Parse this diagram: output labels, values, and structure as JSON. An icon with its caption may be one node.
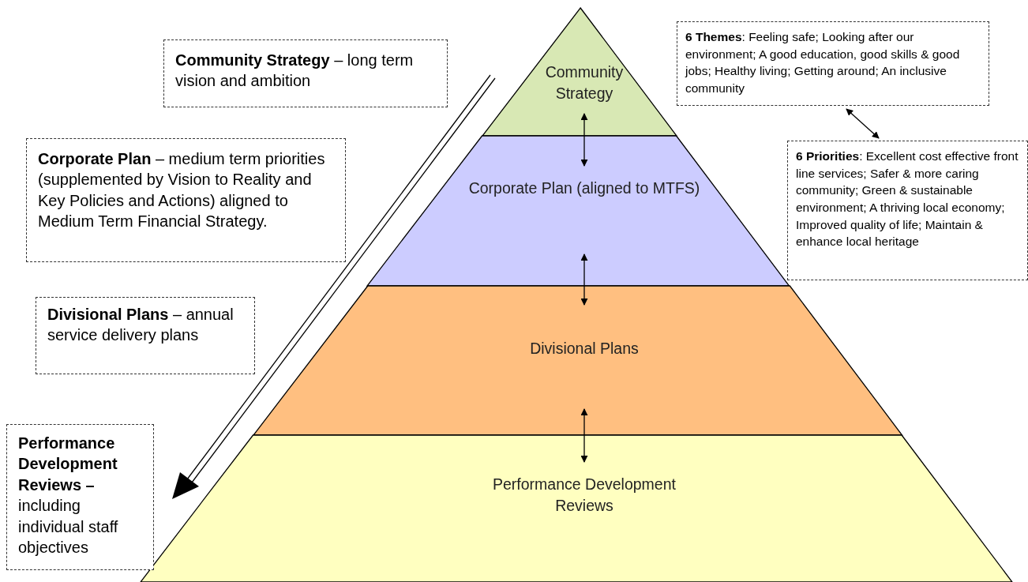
{
  "diagram": {
    "nodes": [
      {
        "text": [
          "Community Strategy"
        ]
      },
      {
        "text": [
          "Corporate Plan (aligned to MTFS)"
        ]
      },
      {
        "text": [
          "Divisional Plans"
        ]
      },
      {
        "text": [
          "Performance Development Reviews"
        ]
      },
      {
        "text": [
          "**Community Strategy** – long term vision and ambition"
        ]
      },
      {
        "text": [
          "**Corporate Plan** – medium term priorities (supplemented by Vision to Reality and Key Policies and Actions) aligned to Medium Term Financial Strategy."
        ]
      },
      {
        "text": [
          "**Divisional Plans** – annual service delivery plans"
        ]
      },
      {
        "text": [
          "**Performance Development Reviews –** including individual staff objectives"
        ]
      },
      {
        "text": [
          "**6 Themes**: Feeling safe; Looking after our environment; A good education, good skills & good jobs; Healthy living; Getting around; An inclusive community"
        ]
      },
      {
        "text": [
          "**6 Priorities**: Excellent cost effective front line services; Safer & more caring community; Green & sustainable environment; A thriving local economy; Improved quality of life; Maintain & enhance local heritage"
        ]
      }
    ],
    "edges": [
      {
        "from": 0,
        "to": 1,
        "arrow": "both"
      },
      {
        "from": 1,
        "to": 2,
        "arrow": "both"
      },
      {
        "from": 2,
        "to": 3,
        "arrow": "both"
      },
      {
        "from": 8,
        "to": 9,
        "arrow": "both"
      }
    ]
  }
}
